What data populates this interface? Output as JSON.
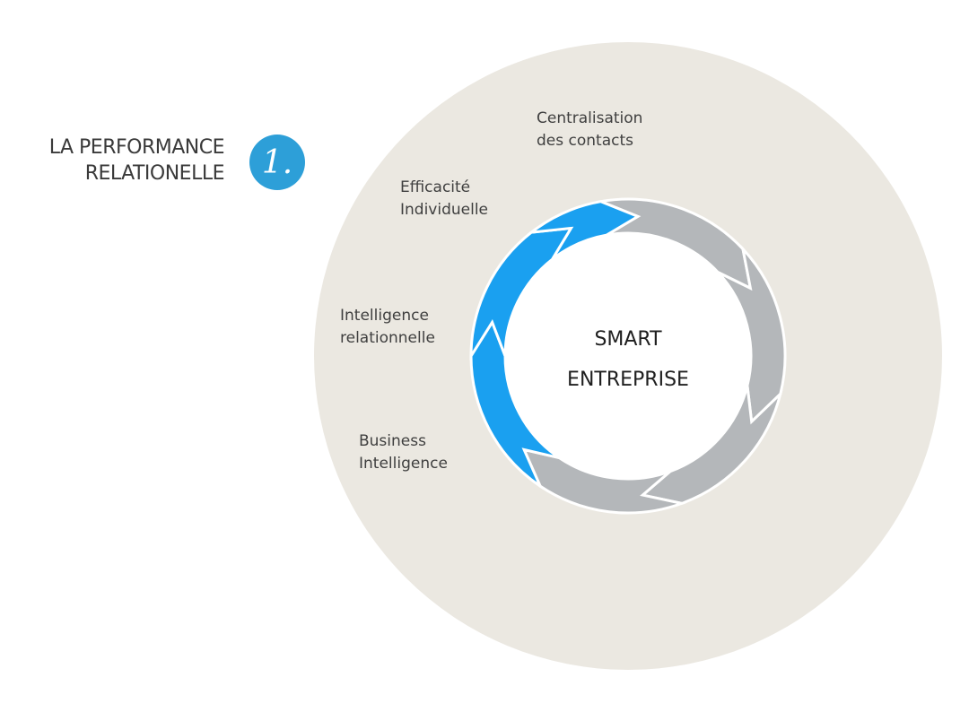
{
  "heading": {
    "line1": "LA PERFORMANCE",
    "line2": "RELATIONELLE",
    "number": "1."
  },
  "center": {
    "line1": "SMART",
    "line2": "ENTREPRISE"
  },
  "labels": [
    {
      "line1": "Centralisation",
      "line2": "des contacts"
    },
    {
      "line1": "Efficacité",
      "line2": "Individuelle"
    },
    {
      "line1": "Intelligence",
      "line2": "relationnelle"
    },
    {
      "line1": "Business",
      "line2": "Intelligence"
    }
  ],
  "colors": {
    "outer_circle": "#ebe8e1",
    "active_segment": "#1aa0f0",
    "inactive_segment": "#b4b7ba",
    "badge": "#2d9fd8"
  }
}
